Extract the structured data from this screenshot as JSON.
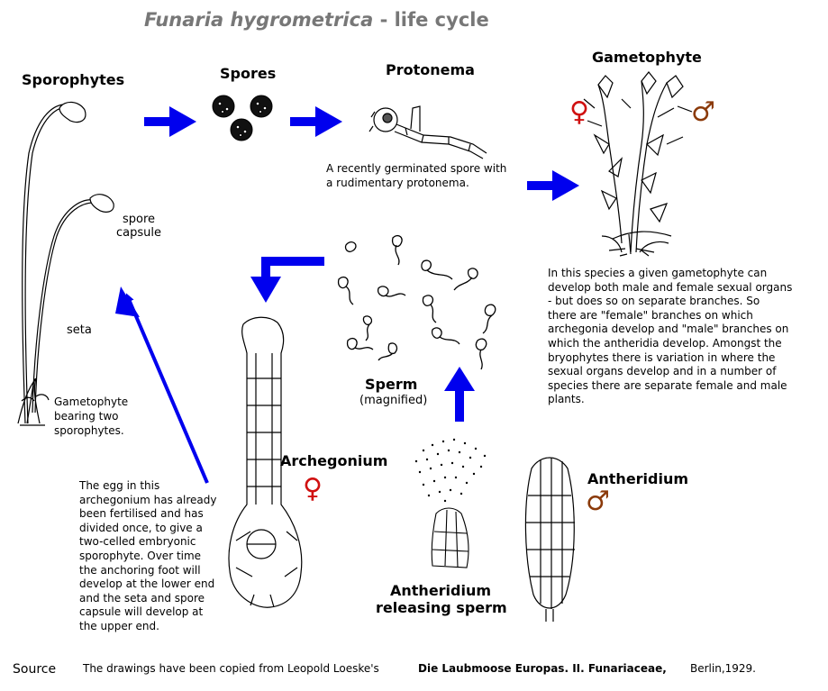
{
  "title": {
    "species": "Funaria hygrometrica",
    "suffix": "- life cycle"
  },
  "stages": {
    "sporophytes": "Sporophytes",
    "spores": "Spores",
    "protonema": "Protonema",
    "gametophyte": "Gametophyte",
    "sperm": "Sperm",
    "sperm_note": "(magnified)",
    "archegonium": "Archegonium",
    "antheridium": "Antheridium",
    "antheridium_releasing_1": "Antheridium",
    "antheridium_releasing_2": "releasing sperm"
  },
  "labels": {
    "spore_capsule_1": "spore",
    "spore_capsule_2": "capsule",
    "seta": "seta",
    "gametophyte_bearing_1": "Gametophyte",
    "gametophyte_bearing_2": "bearing two",
    "gametophyte_bearing_3": "sporophytes."
  },
  "symbols": {
    "female": "♀",
    "male": "♂"
  },
  "captions": {
    "protonema_1": "A recently germinated spore with",
    "protonema_2": "a rudimentary protonema.",
    "gametophyte": [
      "In this species a given gametophyte can",
      "develop both male and female sexual organs",
      "- but does so on separate branches. So",
      "there are \"female\" branches on which",
      "archegonia develop and \"male\" branches on",
      "which the antheridia develop. Amongst the",
      "bryophytes there is variation in where the",
      "sexual organs develop and in a number of",
      "species there are separate female and male",
      "plants."
    ],
    "archegonium": [
      "The egg in this",
      "archegonium has already",
      "been fertilised and has",
      "divided once, to give a",
      "two-celled embryonic",
      "sporophyte. Over time",
      "the anchoring foot will",
      "develop at the lower end",
      "and the seta and spore",
      "capsule will develop at",
      "the upper end."
    ]
  },
  "footer": {
    "source_label": "Source",
    "text_before": "The drawings have been copied from Leopold Loeske's",
    "book_title": "Die Laubmoose Europas. II. Funariaceae,",
    "text_after": "Berlin,1929."
  },
  "colors": {
    "arrow": "#0000ee",
    "female": "#d01010",
    "male": "#8b3a0a",
    "title": "#777777"
  }
}
